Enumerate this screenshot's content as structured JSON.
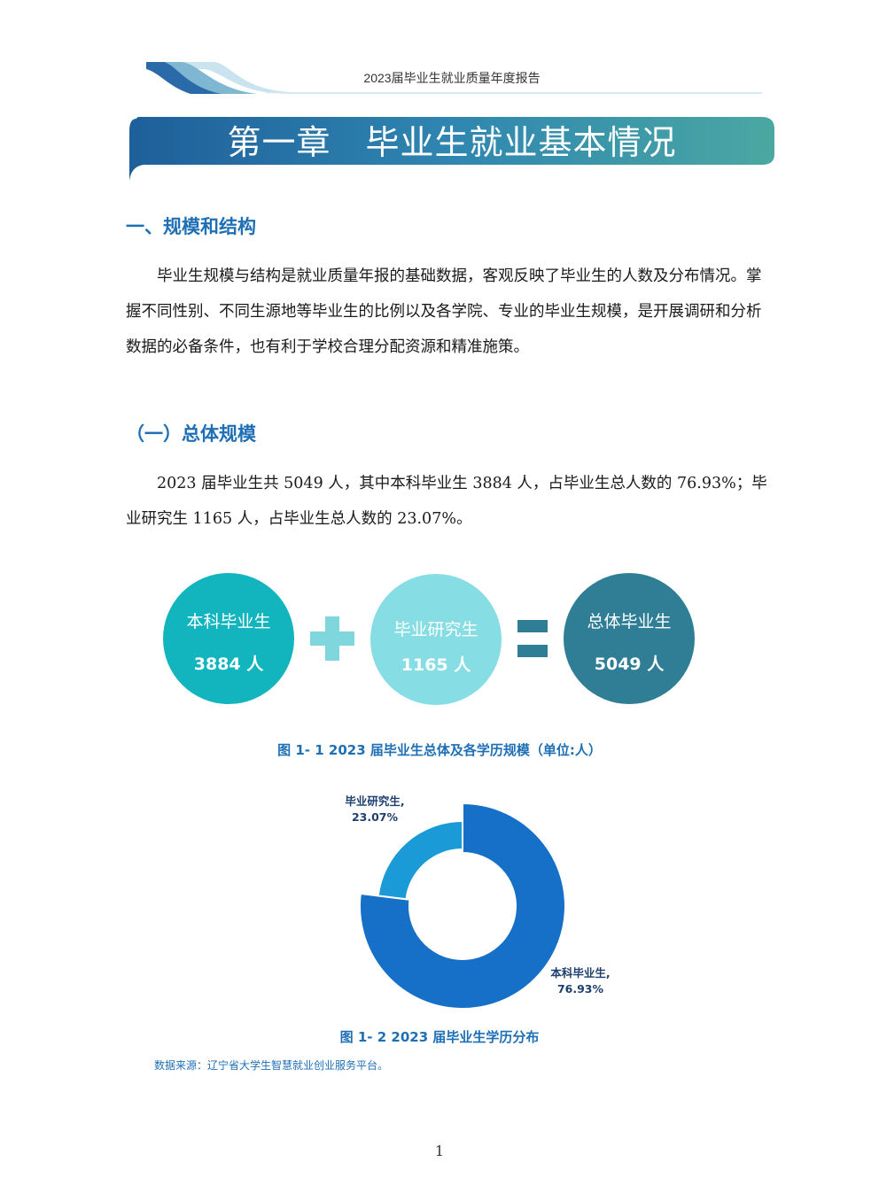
{
  "header": {
    "title": "2023届毕业生就业质量年度报告"
  },
  "chapter": {
    "title": "第一章　毕业生就业基本情况"
  },
  "section1": {
    "heading": "一、规模和结构",
    "paragraph": "毕业生规模与结构是就业质量年报的基础数据，客观反映了毕业生的人数及分布情况。掌握不同性别、不同生源地等毕业生的比例以及各学院、专业的毕业生规模，是开展调研和分析数据的必备条件，也有利于学校合理分配资源和精准施策。"
  },
  "subsection1": {
    "heading": "（一）总体规模",
    "paragraph": "2023 届毕业生共 5049 人，其中本科毕业生 3884 人，占毕业生总人数的 76.93%；毕业研究生 1165 人，占毕业生总人数的 23.07%。"
  },
  "equation": {
    "undergrad_label": "本科毕业生",
    "undergrad_value": "3884 人",
    "grad_label": "毕业研究生",
    "grad_value": "1165 人",
    "total_label": "总体毕业生",
    "total_value": "5049 人",
    "colors": {
      "undergrad": "#12b5be",
      "grad": "#86dde3",
      "total": "#2f7e96",
      "operator": "#7fd6dc"
    }
  },
  "figure1": {
    "caption": "图 1- 1  2023 届毕业生总体及各学历规模（单位:人）"
  },
  "chart_data": {
    "type": "pie",
    "variant": "donut",
    "slices": [
      {
        "label": "本科毕业生",
        "value": 76.93,
        "display": "76.93%",
        "color": "#1670c8"
      },
      {
        "label": "毕业研究生",
        "value": 23.07,
        "display": "23.07%",
        "color": "#1a9ad6"
      }
    ]
  },
  "figure2": {
    "caption": "图 1- 2  2023 届毕业生学历分布"
  },
  "source": {
    "text": "数据来源：辽宁省大学生智慧就业创业服务平台。"
  },
  "page": {
    "number": "1"
  }
}
